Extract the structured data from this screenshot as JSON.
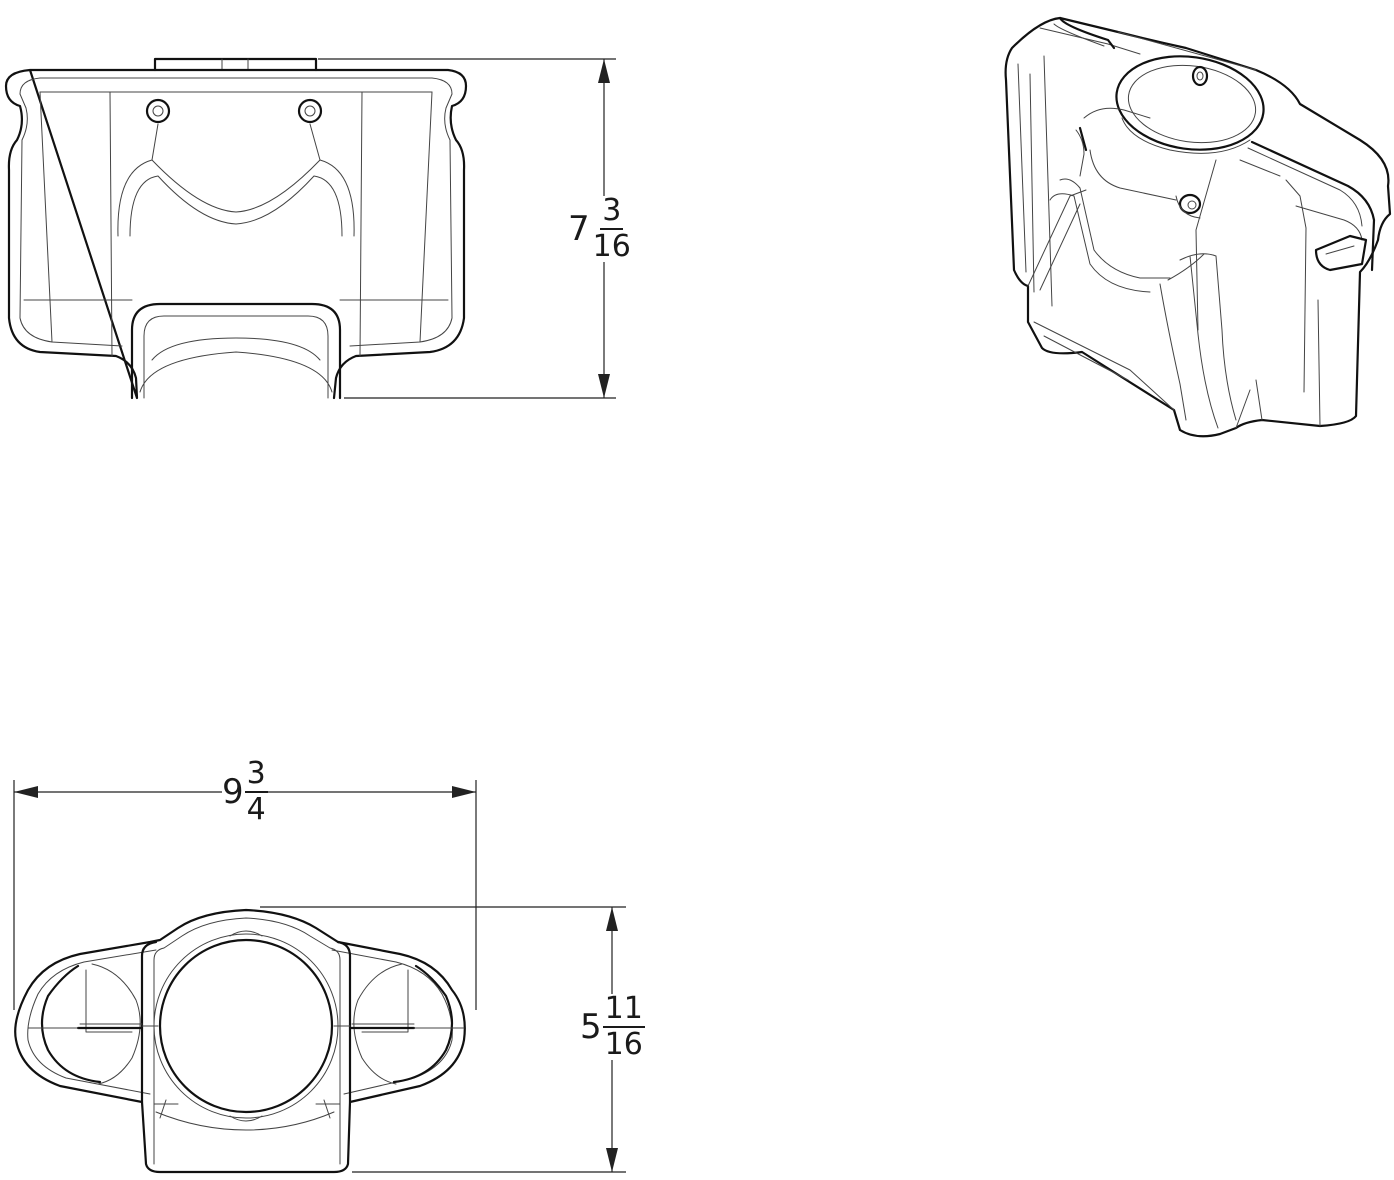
{
  "dimensions": {
    "height": {
      "whole": "7",
      "numerator": "3",
      "denominator": "16"
    },
    "width": {
      "whole": "9",
      "numerator": "3",
      "denominator": "4"
    },
    "depth": {
      "whole": "5",
      "numerator": "11",
      "denominator": "16"
    }
  },
  "colors": {
    "line": "#111111",
    "background": "#ffffff"
  }
}
